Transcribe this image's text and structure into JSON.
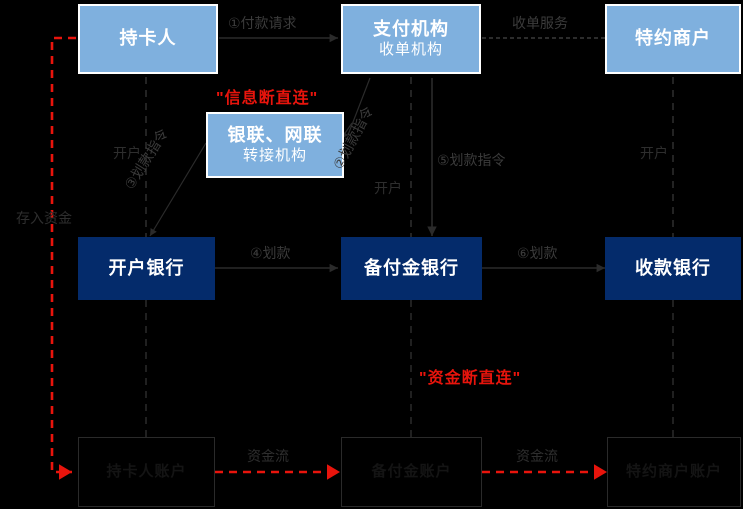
{
  "diagram": {
    "title_notes": {
      "info_break": "\"信息断直连\"",
      "fund_break": "\"资金断直连\""
    },
    "nodes": {
      "cardholder": {
        "line1": "持卡人"
      },
      "payment_inst": {
        "line1": "支付机构",
        "line2": "收单机构"
      },
      "merchant": {
        "line1": "特约商户"
      },
      "switch_inst": {
        "line1": "银联、网联",
        "line2": "转接机构"
      },
      "account_bank": {
        "line1": "开户银行"
      },
      "reserve_bank": {
        "line1": "备付金银行"
      },
      "receiving_bank": {
        "line1": "收款银行"
      },
      "cardholder_acct": {
        "line1": "持卡人账户"
      },
      "reserve_acct": {
        "line1": "备付金账户"
      },
      "merchant_acct": {
        "line1": "特约商户账户"
      }
    },
    "edges": {
      "payment_request": "①付款请求",
      "acquiring_service": "收单服务",
      "transfer_order_2": "②划款指令",
      "transfer_order_3": "③划款指令",
      "transfer_order_5": "⑤划款指令",
      "transfer_4": "④划款",
      "transfer_6": "⑥划款",
      "open_account_left": "开户",
      "open_account_mid": "开户",
      "open_account_right": "开户",
      "deposit_funds": "存入资金",
      "fund_flow_left": "资金流",
      "fund_flow_right": "资金流"
    },
    "colors": {
      "light_blue": "#7fb0de",
      "navy": "#042b6b",
      "red": "#e8140c",
      "background": "#000000",
      "line_gray": "#3b3b3b"
    }
  }
}
